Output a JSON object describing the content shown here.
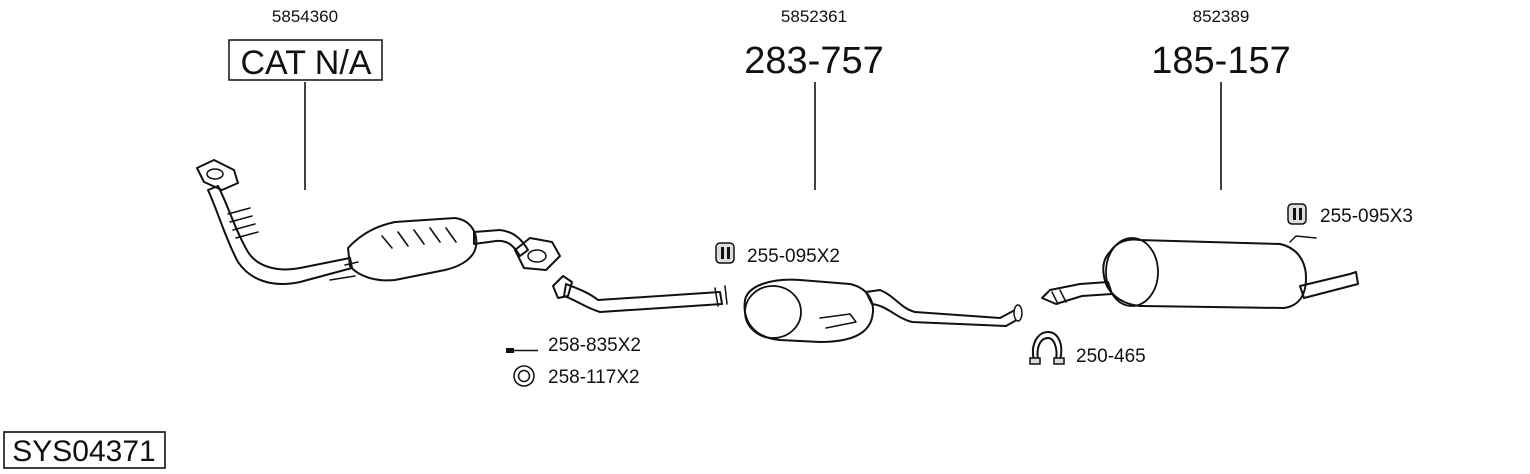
{
  "system_code": "SYS04371",
  "parts": [
    {
      "oem": "5854360",
      "number": "CAT N/A",
      "boxed": true
    },
    {
      "oem": "5852361",
      "number": "283-757",
      "boxed": false
    },
    {
      "oem": "852389",
      "number": "185-157",
      "boxed": false
    }
  ],
  "accessories": [
    {
      "label": "255-095X2",
      "icon": "rubber-hanger-icon"
    },
    {
      "label": "255-095X3",
      "icon": "rubber-hanger-icon"
    },
    {
      "label": "258-835X2",
      "icon": "bolt-icon"
    },
    {
      "label": "258-117X2",
      "icon": "gasket-ring-icon"
    },
    {
      "label": "250-465",
      "icon": "clamp-icon"
    }
  ]
}
